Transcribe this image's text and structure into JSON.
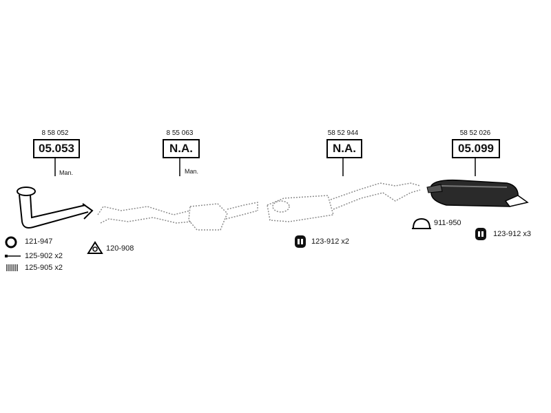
{
  "parts": [
    {
      "ref": "8 58 052",
      "code": "05.053",
      "note": "Man."
    },
    {
      "ref": "8 55 063",
      "code": "N.A.",
      "note": "Man."
    },
    {
      "ref": "58 52 944",
      "code": "N.A.",
      "note": ""
    },
    {
      "ref": "58 52 026",
      "code": "05.099",
      "note": ""
    }
  ],
  "accessories": [
    {
      "icon": "gasket-ring-icon",
      "label": "121-947"
    },
    {
      "icon": "bolt-icon",
      "label": "125-902 x2"
    },
    {
      "icon": "spring-icon",
      "label": "125-905 x2"
    },
    {
      "icon": "triangle-gasket-icon",
      "label": "120-908"
    },
    {
      "icon": "rubber-hanger-icon",
      "label": "123-912 x2"
    },
    {
      "icon": "clamp-icon",
      "label": "911-950"
    },
    {
      "icon": "rubber-hanger-icon",
      "label": "123-912 x3"
    }
  ],
  "colors": {
    "line": "#000000",
    "ghost": "#8a8a8a",
    "muffler": "#1a1a1a"
  }
}
